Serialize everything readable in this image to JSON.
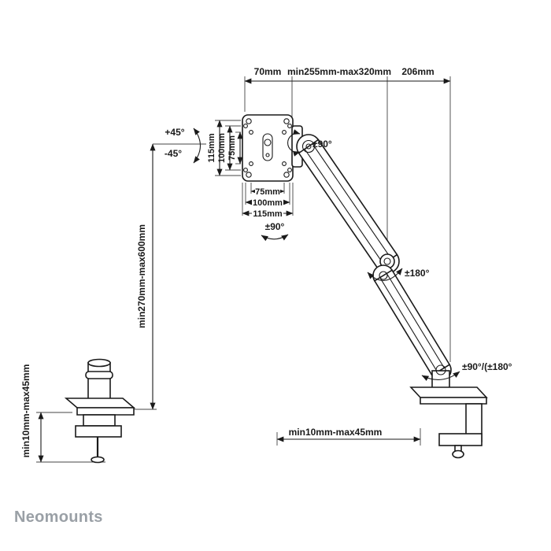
{
  "diagram": {
    "title": "monitor-arm-dimension-diagram",
    "colors": {
      "line": "#1a1a1a",
      "brand_gray": "#9aa0a6",
      "background": "#ffffff"
    }
  },
  "labels": {
    "dim_top_70": "70mm",
    "dim_top_reach": "min255mm-max320mm",
    "dim_top_206": "206mm",
    "tilt_up": "+45°",
    "tilt_down": "-45°",
    "vesa_v_115": "115mm",
    "vesa_v_100": "100mm",
    "vesa_v_75": "75mm",
    "vesa_h_75": "75mm",
    "vesa_h_100": "100mm",
    "vesa_h_115": "115mm",
    "rotate_vesa": "±90°",
    "swivel_under_plate": "±90°",
    "rotate_elbow": "±180°",
    "rotate_base": "±90°/(±180°",
    "dim_height_range": "min270mm-max600mm",
    "dim_clamp_left": "min10mm-max45mm",
    "dim_clamp_bottom": "min10mm-max45mm"
  },
  "brand": {
    "logo": "Neomounts"
  }
}
